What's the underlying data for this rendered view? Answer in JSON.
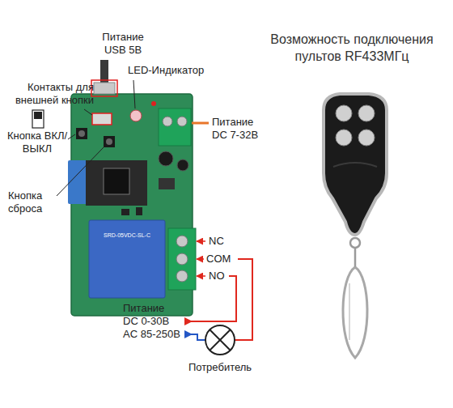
{
  "diagram": {
    "nodes": [
      {
        "text": [
          "Потребитель"
        ]
      }
    ],
    "labels": [
      "Питание USB 5В",
      "LED-Индикатор",
      "Контакты для внешней кнопки",
      "Кнопка ВКЛ/ВЫКЛ",
      "Питание DC 7-32В",
      "Кнопка сброса",
      "NC",
      "COM",
      "NO",
      "Питание",
      "DC 0-30В",
      "AC 85-250В",
      "SRD-05VDC-SL-C",
      "Возможность подключения пультов RF433МГц"
    ]
  }
}
